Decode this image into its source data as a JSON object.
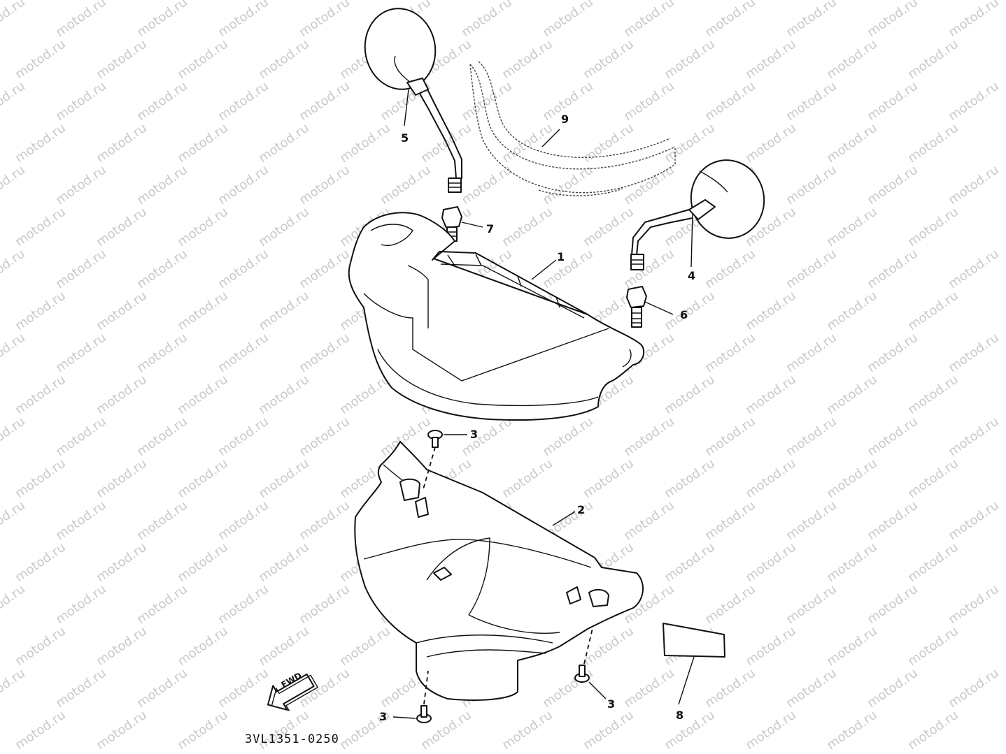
{
  "watermark": {
    "text": "motod.ru"
  },
  "callouts": {
    "handlebar_cover_1": "1",
    "handlebar_cover_2": "2",
    "screw_top": "3",
    "screw_right": "3",
    "screw_bottom": "3",
    "mirror_right": "4",
    "mirror_left": "5",
    "nut_right": "6",
    "nut_left": "7",
    "label": "8",
    "handlebar": "9"
  },
  "direction_arrow": {
    "text": "FWD"
  },
  "drawing_code": "3VL1351-0250",
  "icons": [
    "mirror-left-icon",
    "mirror-right-icon",
    "handlebar-icon",
    "upper-cover-icon",
    "lower-cover-icon",
    "nut-icon",
    "screw-icon",
    "label-plate-icon",
    "fwd-arrow-icon"
  ]
}
